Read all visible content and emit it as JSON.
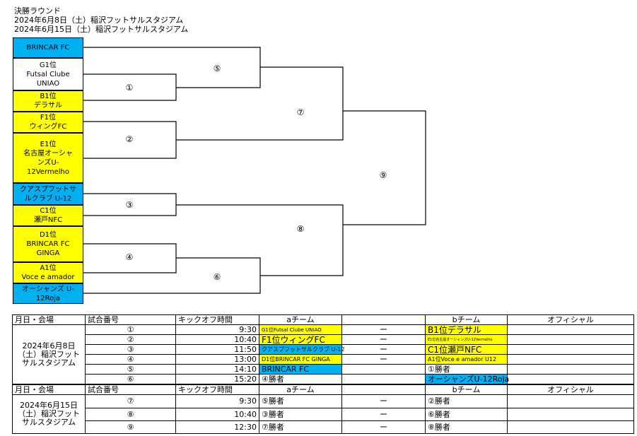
{
  "header": {
    "title": "決勝ラウンド",
    "date1": "2024年6月8日（土）稲沢フットサルスタジアム",
    "date2": "2024年6月15日（土）稲沢フットサルスタジアム"
  },
  "bracket": {
    "teams": [
      "BRINCAR FC",
      "G1位\nFutsal Clube\nUNIAO",
      "B1位\nデラサル",
      "F1位\nウィングFC",
      "E1位\n名古屋オーシャ\nンズU-\n12Vermelho",
      "クアスプフットサ\nルクラブ U-12",
      "C1位\n瀬戸NFC",
      "D1位\nBRINCAR FC\nGINGA",
      "A1位\nVoce e amador",
      "オーシャンズ U-\n12Roja"
    ],
    "match_numbers": [
      "①",
      "②",
      "③",
      "④",
      "⑤",
      "⑥",
      "⑦",
      "⑧",
      "⑨"
    ]
  },
  "schedule": {
    "headers": [
      "月日・会場",
      "試合番号",
      "キックオフ時間",
      "aチーム",
      "",
      "bチーム",
      "オフィシャル"
    ],
    "dash": "ー",
    "day1_venue": "2024年6月8日（土）稲沢フットサルスタジアム",
    "day2_venue": "2024年6月15日（土）稲沢フットサルスタジアム",
    "day1": [
      {
        "num": "①",
        "time": "9:30",
        "a": "G1位Futsal Clube UNIAO",
        "b": "B1位デラサル"
      },
      {
        "num": "②",
        "time": "10:40",
        "a": "F1位ウィングFC",
        "b": "E1位名古屋オーシャンズU-12Vermelho"
      },
      {
        "num": "③",
        "time": "11:50",
        "a": "クアスプフットサルクラブ U-12",
        "b": "C1位瀬戸NFC"
      },
      {
        "num": "④",
        "time": "13:00",
        "a": "D1位BRINCAR FC GINGA",
        "b": "A1位Voce e amador U12"
      },
      {
        "num": "⑤",
        "time": "14:10",
        "a": "BRINCAR FC",
        "b": "①勝者"
      },
      {
        "num": "⑥",
        "time": "15:20",
        "a": "④勝者",
        "b": "オーシャンズU-12Roja"
      }
    ],
    "day2": [
      {
        "num": "⑦",
        "time": "9:30",
        "a": "⑤勝者",
        "b": "②勝者"
      },
      {
        "num": "⑧",
        "time": "10:40",
        "a": "③勝者",
        "b": "⑥勝者"
      },
      {
        "num": "⑨",
        "time": "12:30",
        "a": "⑦勝者",
        "b": "⑧勝者"
      }
    ]
  },
  "colors": {
    "highlight": "#ffff00",
    "seed": "#00b0f0"
  }
}
